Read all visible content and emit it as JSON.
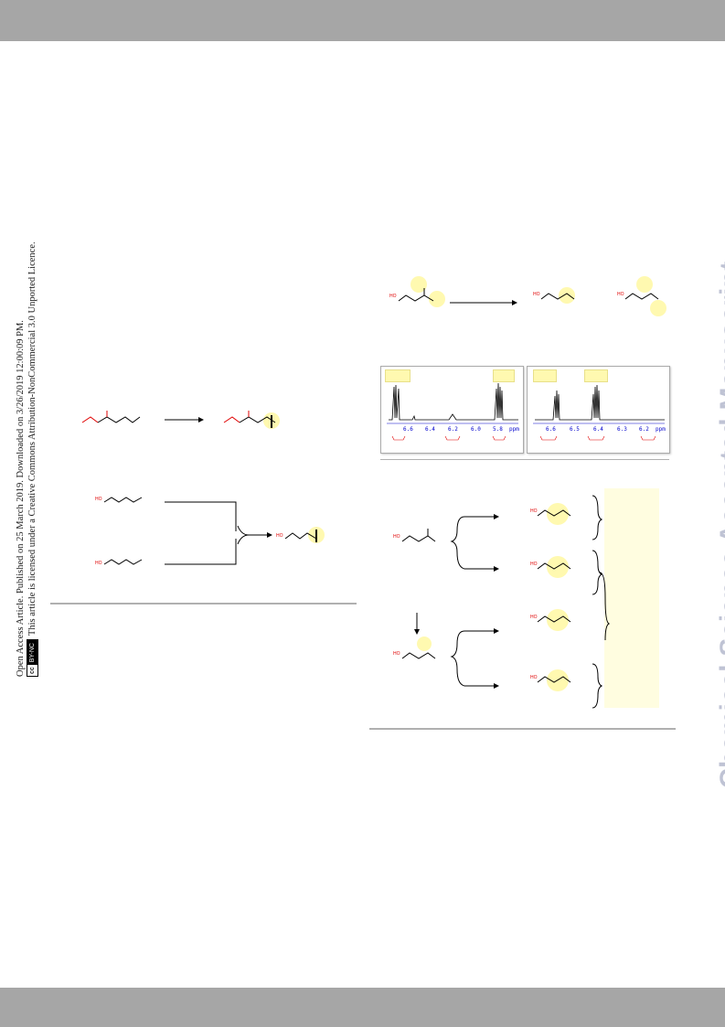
{
  "notice": {
    "line1": "Open Access Article. Published on 25 March 2019. Downloaded on 3/26/2019 12:00:09 PM.",
    "badge_cc": "cc",
    "badge_license": "BY-NC",
    "line2": "This article is licensed under a Creative Commons Attribution-NonCommercial 3.0 Unported Licence."
  },
  "watermark": "Chemical Science Accepted Manuscript",
  "nmr": {
    "left_ticks": [
      "6.6",
      "6.4",
      "6.2",
      "6.0",
      "5.8",
      "ppm"
    ],
    "right_ticks": [
      "6.6",
      "6.5",
      "6.4",
      "6.3",
      "6.2",
      "ppm"
    ]
  },
  "colors": {
    "bar": "#a6a6a6",
    "watermark": "#bfc3d4",
    "highlight": "#fff9b0",
    "heteroatom": "#e00000",
    "axis": "#0000cc"
  }
}
